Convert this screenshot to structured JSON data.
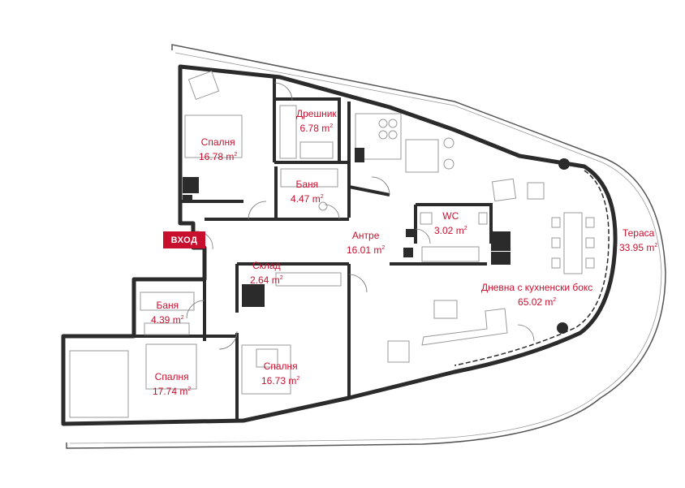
{
  "entrance": {
    "label": "ВХОД"
  },
  "area_unit": "m",
  "rooms": [
    {
      "name": "Спалня",
      "area": "16.78"
    },
    {
      "name": "Дрешник",
      "area": "6.78"
    },
    {
      "name": "Баня",
      "area": "4.47"
    },
    {
      "name": "WC",
      "area": "3.02"
    },
    {
      "name": "Антре",
      "area": "16.01"
    },
    {
      "name": "Склад",
      "area": "2.64"
    },
    {
      "name": "Баня",
      "area": "4.39"
    },
    {
      "name": "Спалня",
      "area": "17.74"
    },
    {
      "name": "Спалня",
      "area": "16.73"
    },
    {
      "name": "Дневна с кухненски бокс",
      "area": "65.02"
    },
    {
      "name": "Тераса",
      "area": "33.95"
    }
  ],
  "colors": {
    "label": "#c8102e",
    "wall": "#2b2b2b",
    "furniture": "#9a9a9a"
  }
}
